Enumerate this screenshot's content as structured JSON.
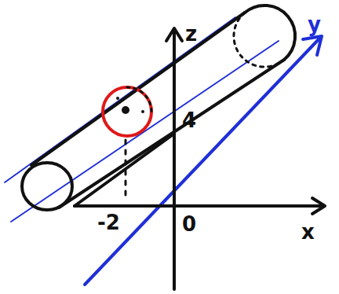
{
  "diagram": {
    "labels": [
      "z",
      "4",
      "-2",
      "0",
      "x",
      "y"
    ]
  }
}
